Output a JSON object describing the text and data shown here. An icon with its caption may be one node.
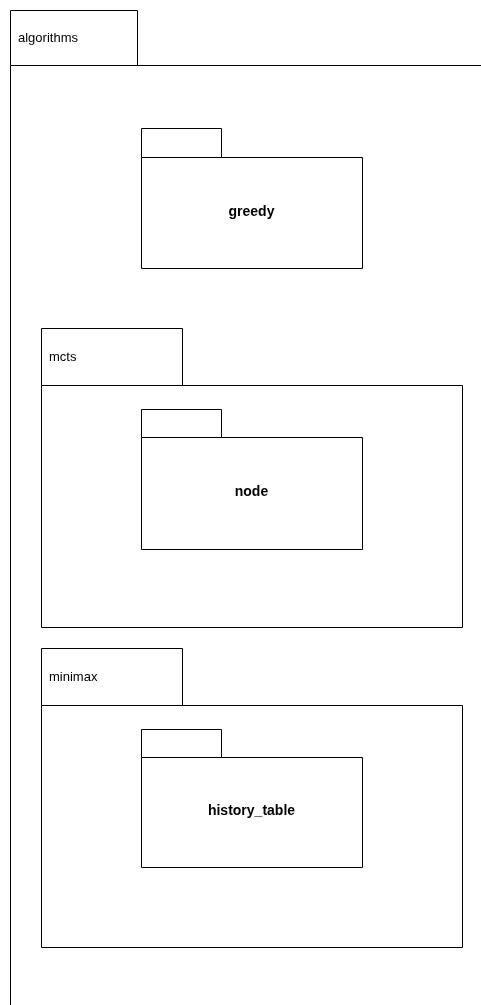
{
  "diagram": {
    "nodes": [
      {
        "text": [
          "algorithms"
        ]
      },
      {
        "text": [
          "greedy"
        ],
        "in": 0
      },
      {
        "text": [
          "mcts"
        ],
        "in": 0
      },
      {
        "text": [
          "node"
        ],
        "in": 2
      },
      {
        "text": [
          "minimax"
        ],
        "in": 0
      },
      {
        "text": [
          "history_table"
        ],
        "in": 4
      }
    ]
  }
}
